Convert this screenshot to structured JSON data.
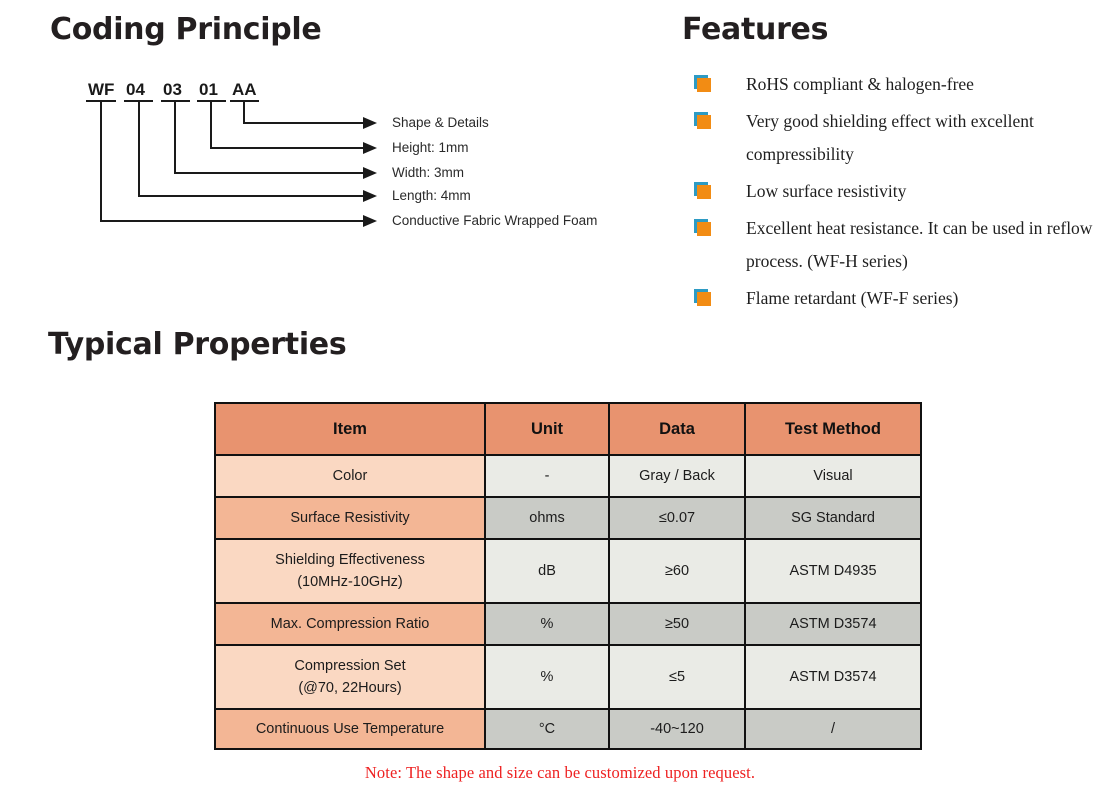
{
  "sections": {
    "coding": {
      "title": "Coding Principle",
      "code_segments": [
        "WF",
        "04",
        "03",
        "01",
        "AA"
      ],
      "callouts": [
        "Shape & Details",
        "Height: 1mm",
        "Width: 3mm",
        "Length: 4mm",
        "Conductive Fabric Wrapped Foam"
      ]
    },
    "features": {
      "title": "Features",
      "bullet_color": "#f28c14",
      "bullet_accent_color": "#2d9bc4",
      "items": [
        "RoHS compliant & halogen-free",
        "Very good shielding effect with excellent compressibility",
        "Low surface resistivity",
        "Excellent heat resistance. It can be used in reflow process. (WF-H series)",
        "Flame retardant (WF-F series)"
      ]
    },
    "properties": {
      "title": "Typical Properties",
      "note": "Note: The shape and size can be customized upon request.",
      "note_color": "#ee2222",
      "header_color": "#e8936f",
      "table": {
        "headers": [
          "Item",
          "Unit",
          "Data",
          "Test Method"
        ],
        "rows": [
          {
            "item": "Color",
            "item_line2": "",
            "unit": "-",
            "data": "Gray / Back",
            "test": "Visual"
          },
          {
            "item": "Surface Resistivity",
            "item_line2": "",
            "unit": "ohms",
            "data": "≤0.07",
            "test": "SG Standard"
          },
          {
            "item": "Shielding Effectiveness",
            "item_line2": "(10MHz-10GHz)",
            "unit": "dB",
            "data": "≥60",
            "test": "ASTM D4935"
          },
          {
            "item": "Max. Compression Ratio",
            "item_line2": "",
            "unit": "%",
            "data": "≥50",
            "test": "ASTM D3574"
          },
          {
            "item": "Compression Set",
            "item_line2": "(@70, 22Hours)",
            "unit": "%",
            "data": "≤5",
            "test": "ASTM D3574"
          },
          {
            "item": "Continuous Use Temperature",
            "item_line2": "",
            "unit": "°C",
            "data": "-40~120",
            "test": "/"
          }
        ]
      }
    }
  }
}
